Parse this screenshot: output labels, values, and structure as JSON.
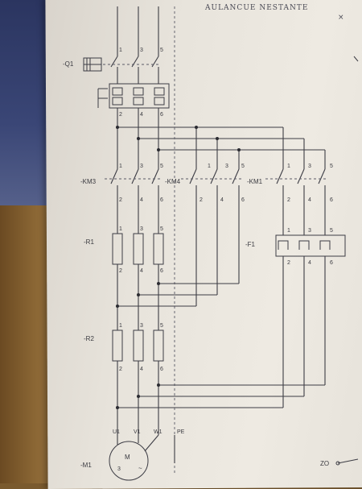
{
  "header": {
    "handwritten_title": "AULANCUE NESTANTE"
  },
  "labels": {
    "q1": "-Q1",
    "km3": "-KM3",
    "km4": "-KM4",
    "km1": "-KM1",
    "f1": "-F1",
    "r1": "-R1",
    "r2": "-R2",
    "m1": "-M1",
    "motor_m": "M",
    "motor_3": "3",
    "motor_ac": "~",
    "u1": "U1",
    "v1": "V1",
    "w1": "W1",
    "pe": "PE",
    "zo": "ZO"
  },
  "terminals": {
    "top": [
      "1",
      "3",
      "5"
    ],
    "bottom": [
      "2",
      "4",
      "6"
    ]
  },
  "colors": {
    "ink": "#3c3c44",
    "paper": "#e8e4dc"
  }
}
